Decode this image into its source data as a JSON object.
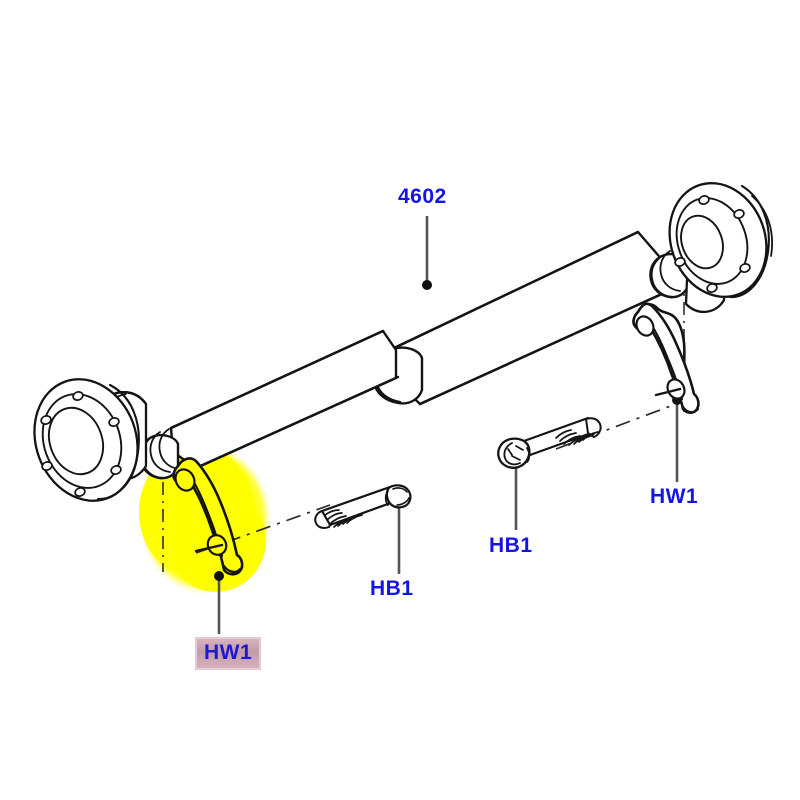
{
  "diagram": {
    "title": "Propeller shaft exploded parts diagram",
    "background_color": "#ffffff",
    "line_color": "#1a1a1a",
    "leader_color": "#555555",
    "callout_color": "#1414e6",
    "highlight_color": "#ffff00",
    "highlight_label_bg": "#c39aa8"
  },
  "callouts": [
    {
      "id": "shaft",
      "label": "4602",
      "highlighted": false
    },
    {
      "id": "strap-clamp-left",
      "label": "HW1",
      "highlighted": true
    },
    {
      "id": "bolt-left",
      "label": "HB1",
      "highlighted": false
    },
    {
      "id": "bolt-right",
      "label": "HB1",
      "highlighted": false
    },
    {
      "id": "strap-clamp-right",
      "label": "HW1",
      "highlighted": false
    }
  ],
  "parts": [
    {
      "name": "propeller-shaft",
      "callout": "4602"
    },
    {
      "name": "flange-yoke-left",
      "callout": ""
    },
    {
      "name": "flange-yoke-right",
      "callout": ""
    },
    {
      "name": "strap-clamp-left",
      "callout": "HW1"
    },
    {
      "name": "strap-clamp-right",
      "callout": "HW1"
    },
    {
      "name": "bolt-left",
      "callout": "HB1"
    },
    {
      "name": "bolt-right",
      "callout": "HB1"
    }
  ]
}
